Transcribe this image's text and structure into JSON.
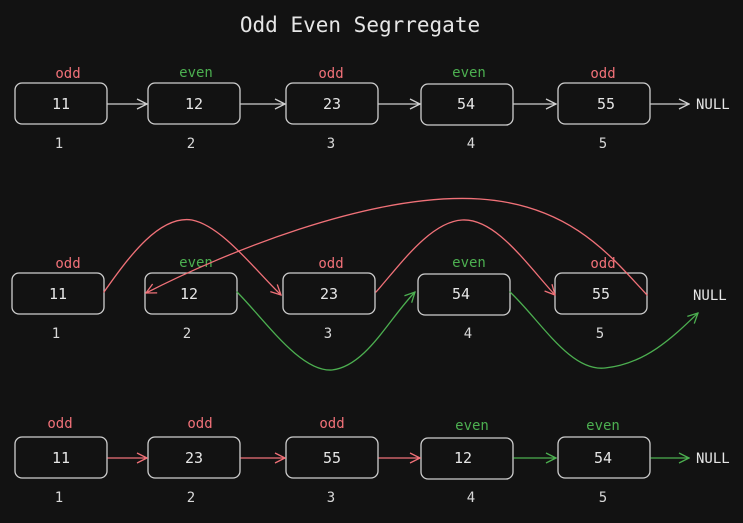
{
  "title": "Odd Even Segrregate",
  "colors": {
    "odd": "#f07178",
    "even": "#4caf50",
    "neutral": "#cfcfcf"
  },
  "rows": [
    {
      "nodes": [
        {
          "value": "11",
          "parity": "odd",
          "position": "1"
        },
        {
          "value": "12",
          "parity": "even",
          "position": "2"
        },
        {
          "value": "23",
          "parity": "odd",
          "position": "3"
        },
        {
          "value": "54",
          "parity": "even",
          "position": "4"
        },
        {
          "value": "55",
          "parity": "odd",
          "position": "5"
        }
      ],
      "null_label": "NULL"
    },
    {
      "nodes": [
        {
          "value": "11",
          "parity": "odd",
          "position": "1"
        },
        {
          "value": "12",
          "parity": "even",
          "position": "2"
        },
        {
          "value": "23",
          "parity": "odd",
          "position": "3"
        },
        {
          "value": "54",
          "parity": "even",
          "position": "4"
        },
        {
          "value": "55",
          "parity": "odd",
          "position": "5"
        }
      ],
      "null_label": "NULL"
    },
    {
      "nodes": [
        {
          "value": "11",
          "parity": "odd",
          "position": "1"
        },
        {
          "value": "23",
          "parity": "odd",
          "position": "2"
        },
        {
          "value": "55",
          "parity": "odd",
          "position": "3"
        },
        {
          "value": "12",
          "parity": "even",
          "position": "4"
        },
        {
          "value": "54",
          "parity": "even",
          "position": "5"
        }
      ],
      "null_label": "NULL"
    }
  ]
}
